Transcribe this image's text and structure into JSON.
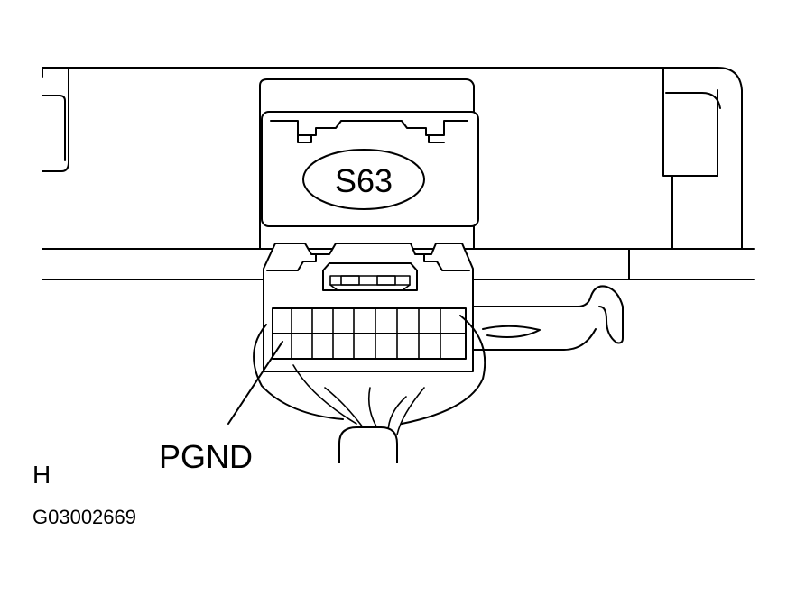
{
  "connector_label": "S63",
  "callout_label": "PGND",
  "view_letter": "H",
  "figure_code": "G03002669"
}
